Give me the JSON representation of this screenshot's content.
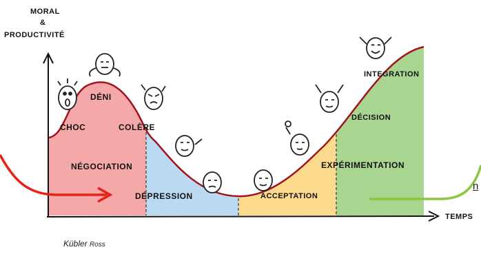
{
  "axis": {
    "y_title_line1": "MORAL",
    "y_title_line2": "&",
    "y_title_line3": "PRODUCTIVITÉ",
    "x_title": "TEMPS"
  },
  "stages": {
    "choc": "CHOC",
    "deni": "DÉNI",
    "colere": "COLÈRE",
    "negociation": "NÉGOCIATION",
    "depression": "DÉPRESSION",
    "acceptation": "ACCEPTATION",
    "experimentation": "EXPÉRIMENTATION",
    "decision": "DÉCISION",
    "integration": "INTEGRATION"
  },
  "caption": {
    "main": "Kübler",
    "small": "Ross"
  },
  "cut_text": "n",
  "colors": {
    "red_zone": "#f4a9a8",
    "blue_zone": "#bcd9f2",
    "yellow_zone": "#fbd98d",
    "green_zone": "#a8d58f",
    "curve": "#a0121c",
    "red_arrow": "#e8201a",
    "green_arrow": "#8cc63f"
  }
}
